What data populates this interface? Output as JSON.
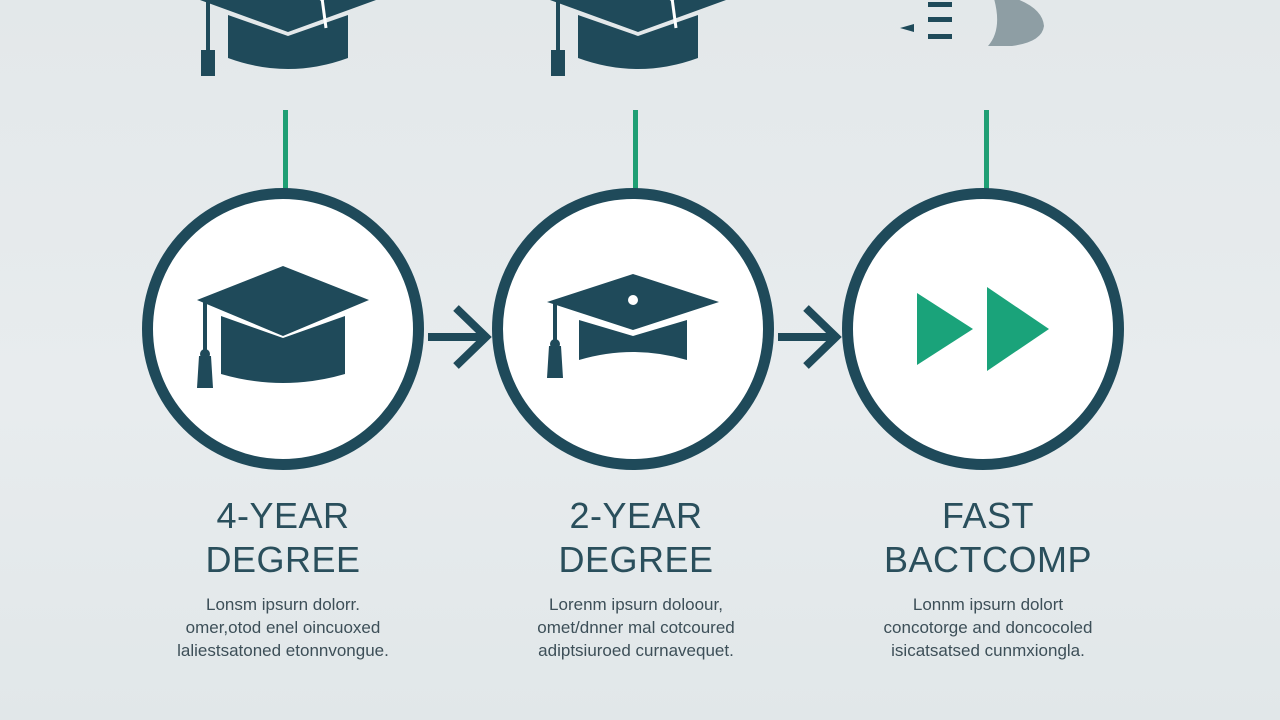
{
  "steps": [
    {
      "title_line1": "4-YEAR",
      "title_line2": "DEGREE",
      "desc_line1": "Lonsm ipsurn dolorr.",
      "desc_line2": "omer,otod enel oincuoxed",
      "desc_line3": "laliestsatoned etonnvongue.",
      "icon": "graduation-cap-icon"
    },
    {
      "title_line1": "2-YEAR",
      "title_line2": "DEGREE",
      "desc_line1": "Lorenm ipsurn doloour,",
      "desc_line2": "omet/dnner mal cotcoured",
      "desc_line3": "adiptsiuroed curnavequet.",
      "icon": "graduation-cap-icon"
    },
    {
      "title_line1": "FAST",
      "title_line2": "BACTCOMP",
      "desc_line1": "Lonnm ipsurn dolort",
      "desc_line2": "concotorge and doncocoled",
      "desc_line3": "isicatsatsed cunmxiongla.",
      "icon": "fast-forward-icon"
    }
  ],
  "colors": {
    "dark": "#1f4a5a",
    "accent": "#1f9f74",
    "background": "#e5eaec"
  }
}
